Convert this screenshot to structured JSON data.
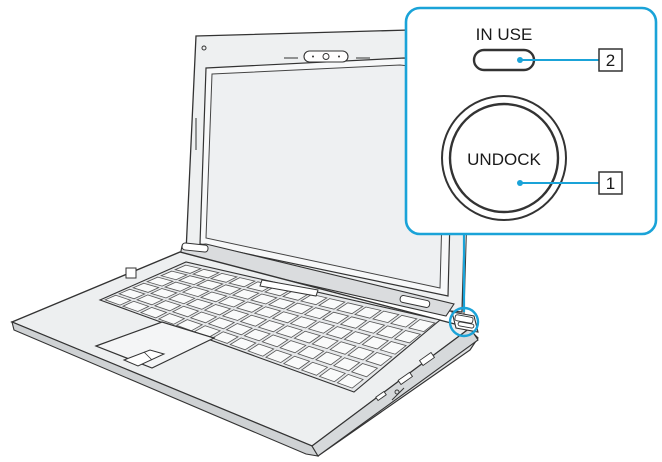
{
  "callout": {
    "in_use_label": "IN USE",
    "undock_label": "UNDOCK",
    "callout_1_number": "1",
    "callout_2_number": "2"
  },
  "colors": {
    "callout_line": "#1aa3d8",
    "outline": "#333333",
    "body_fill": "#e9ebec"
  },
  "icons": {
    "in_use_indicator": "pill-indicator-icon",
    "undock_button": "circular-button-icon"
  }
}
